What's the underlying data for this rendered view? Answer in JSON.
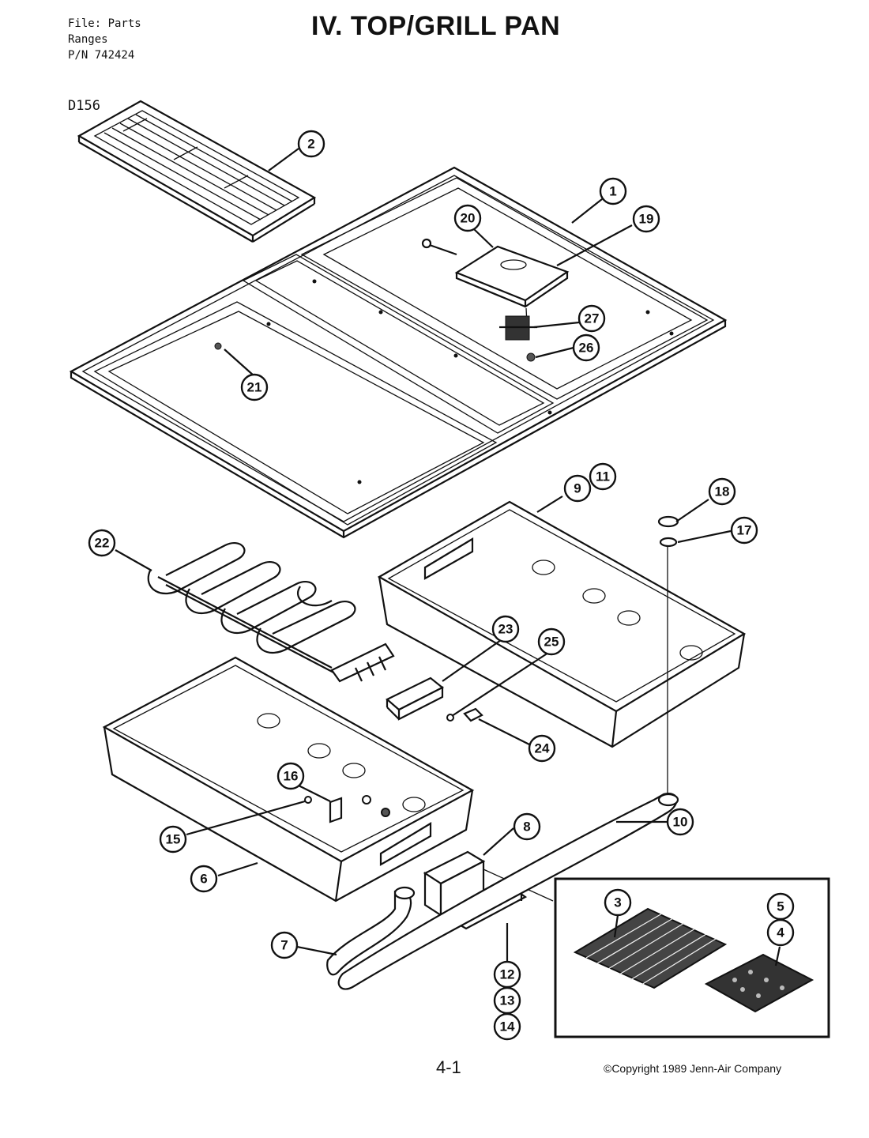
{
  "header": {
    "file_line": "File: Parts",
    "category_line": "Ranges",
    "pn_line": "P/N 742424",
    "title": "IV. TOP/GRILL PAN",
    "diagram_id": "D156"
  },
  "callouts": [
    "1",
    "2",
    "3",
    "4",
    "5",
    "6",
    "7",
    "8",
    "9",
    "10",
    "11",
    "12",
    "13",
    "14",
    "15",
    "16",
    "17",
    "18",
    "19",
    "20",
    "21",
    "22",
    "23",
    "24",
    "25",
    "26",
    "27"
  ],
  "footer": {
    "page_number": "4-1",
    "copyright": "©Copyright 1989 Jenn-Air Company"
  }
}
